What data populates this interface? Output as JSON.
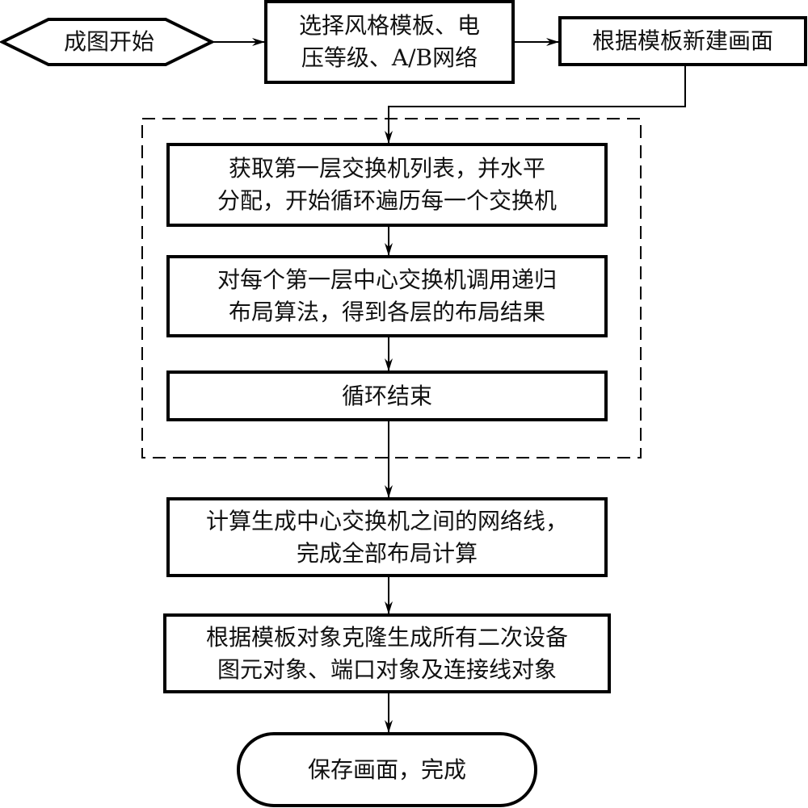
{
  "diagram": {
    "type": "flowchart",
    "nodes": {
      "start": {
        "shape": "hexagon",
        "label": "成图开始"
      },
      "select_template": {
        "shape": "rectangle",
        "lines": [
          "选择风格模板、电",
          "压等级、A/B网络"
        ]
      },
      "new_canvas": {
        "shape": "rectangle",
        "label": "根据模板新建画面"
      },
      "get_switch_list": {
        "shape": "rectangle",
        "lines": [
          "获取第一层交换机列表，并水平",
          "分配，开始循环遍历每一个交换机"
        ]
      },
      "recursive_layout": {
        "shape": "rectangle",
        "lines": [
          "对每个第一层中心交换机调用递归",
          "布局算法，得到各层的布局结果"
        ]
      },
      "loop_end": {
        "shape": "rectangle",
        "label": "循环结束"
      },
      "compute_network_lines": {
        "shape": "rectangle",
        "lines": [
          "计算生成中心交换机之间的网络线，",
          "完成全部布局计算"
        ]
      },
      "clone_objects": {
        "shape": "rectangle",
        "lines": [
          "根据模板对象克隆生成所有二次设备",
          "图元对象、端口对象及连接线对象"
        ]
      },
      "save_finish": {
        "shape": "terminal",
        "label": "保存画面，完成"
      }
    },
    "loop_group": {
      "style": "dashed",
      "contains": [
        "get_switch_list",
        "recursive_layout",
        "loop_end"
      ]
    },
    "edges": [
      {
        "from": "start",
        "to": "select_template"
      },
      {
        "from": "select_template",
        "to": "new_canvas"
      },
      {
        "from": "new_canvas",
        "to": "get_switch_list"
      },
      {
        "from": "get_switch_list",
        "to": "recursive_layout"
      },
      {
        "from": "recursive_layout",
        "to": "loop_end"
      },
      {
        "from": "loop_end",
        "to": "compute_network_lines"
      },
      {
        "from": "compute_network_lines",
        "to": "clone_objects"
      },
      {
        "from": "clone_objects",
        "to": "save_finish"
      }
    ],
    "colors": {
      "stroke": "#000000",
      "background": "#ffffff",
      "text": "#111111"
    }
  }
}
